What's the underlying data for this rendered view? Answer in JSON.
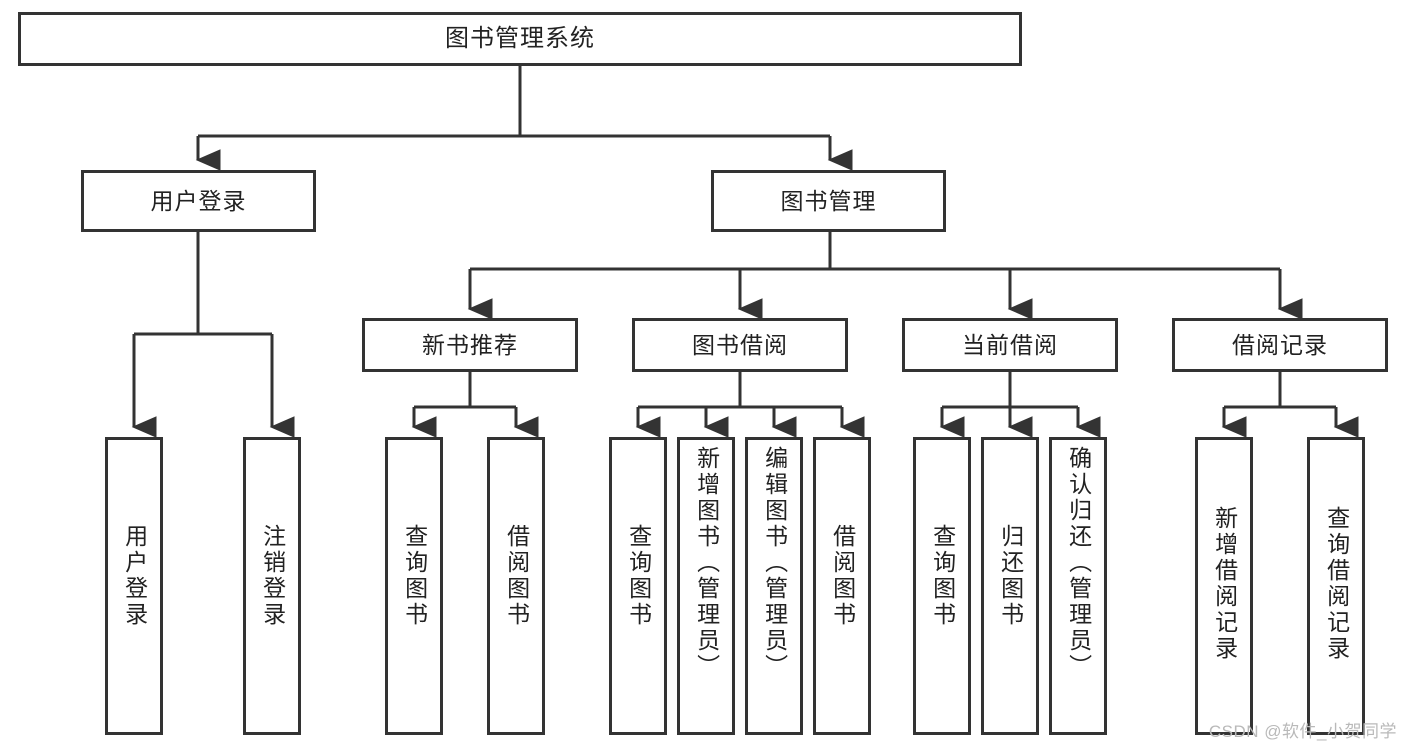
{
  "diagram": {
    "title": "图书管理系统",
    "type": "tree-hierarchy-chart",
    "watermark": "CSDN @软件_小贺同学",
    "colors": {
      "stroke": "#333333",
      "fill": "#ffffff",
      "text": "#222222",
      "watermark": "#b9b9b9"
    },
    "root": {
      "label": "图书管理系统"
    },
    "level2": [
      {
        "label": "用户登录"
      },
      {
        "label": "图书管理"
      }
    ],
    "level3": [
      {
        "label": "新书推荐"
      },
      {
        "label": "图书借阅"
      },
      {
        "label": "当前借阅"
      },
      {
        "label": "借阅记录"
      }
    ],
    "leaves": {
      "user_login": [
        {
          "label": "用户登录"
        },
        {
          "label": "注销登录"
        }
      ],
      "new_book_recommend": [
        {
          "label": "查询图书"
        },
        {
          "label": "借阅图书"
        }
      ],
      "book_borrow": [
        {
          "label": "查询图书"
        },
        {
          "label": "新增图书（管理员）"
        },
        {
          "label": "编辑图书（管理员）"
        },
        {
          "label": "借阅图书"
        }
      ],
      "current_borrow": [
        {
          "label": "查询图书"
        },
        {
          "label": "归还图书"
        },
        {
          "label": "确认归还（管理员）"
        }
      ],
      "borrow_record": [
        {
          "label": "新增借阅记录"
        },
        {
          "label": "查询借阅记录"
        }
      ]
    }
  }
}
